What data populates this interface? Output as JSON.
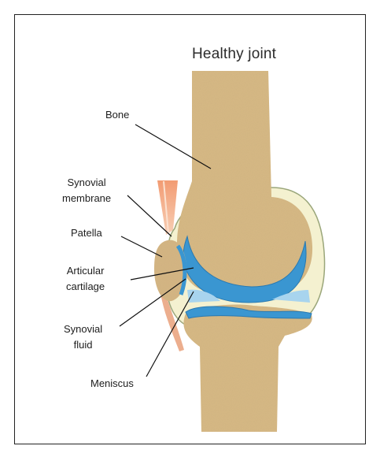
{
  "title": "Healthy joint",
  "labels": {
    "bone": "Bone",
    "synovial_membrane_1": "Synovial",
    "synovial_membrane_2": "membrane",
    "patella": "Patella",
    "articular_cartilage_1": "Articular",
    "articular_cartilage_2": "cartilage",
    "synovial_fluid_1": "Synovial",
    "synovial_fluid_2": "fluid",
    "meniscus": "Meniscus"
  },
  "colors": {
    "bone": "#d7b985",
    "capsule": "#f4f1d0",
    "cartilage": "#3a96d1",
    "cartilage_light": "#a8d4ee",
    "patella": "#d5b684",
    "muscle": "#e8a27a",
    "text": "#1d1d1d"
  }
}
